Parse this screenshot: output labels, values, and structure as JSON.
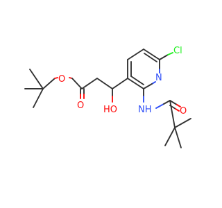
{
  "molecule": {
    "atom_labels": {
      "cl": "Cl",
      "n_ring": "N",
      "nh": "NH",
      "o_ester": "O",
      "o_carbonyl_ester": "O",
      "ho": "HO",
      "o_amide": "O"
    },
    "colors": {
      "bond": "#333333",
      "oxygen": "#ff0d0d",
      "nitrogen": "#3050f8",
      "chlorine": "#1ff01f"
    }
  }
}
